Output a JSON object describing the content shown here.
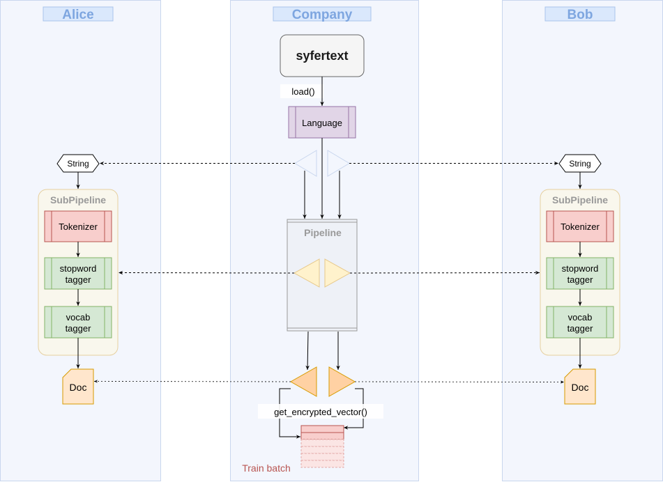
{
  "lanes": {
    "alice": "Alice",
    "company": "Company",
    "bob": "Bob"
  },
  "company": {
    "syfertext": "syfertext",
    "load_call": "load()",
    "language": "Language",
    "pipeline": "Pipeline",
    "encrypt_call": "get_encrypted_vector()",
    "train_batch": "Train batch"
  },
  "alice": {
    "string": "String",
    "subpipeline": "SubPipeline",
    "tokenizer": "Tokenizer",
    "stopword_1": "stopword",
    "stopword_2": "tagger",
    "vocab_1": "vocab",
    "vocab_2": "tagger",
    "doc": "Doc"
  },
  "bob": {
    "string": "String",
    "subpipeline": "SubPipeline",
    "tokenizer": "Tokenizer",
    "stopword_1": "stopword",
    "stopword_2": "tagger",
    "vocab_1": "vocab",
    "vocab_2": "tagger",
    "doc": "Doc"
  },
  "colors": {
    "lane_fill": "#f3f6fd",
    "lane_stroke": "#c9d6ee",
    "lane_title": "#7ea6e0",
    "language_fill": "#e1d5e7",
    "language_stroke": "#9673a6",
    "tokenizer_fill": "#f8cecc",
    "tokenizer_stroke": "#b85450",
    "tagger_fill": "#d5e8d4",
    "tagger_stroke": "#82b366",
    "doc_fill": "#ffe6cc",
    "doc_stroke": "#d79b00",
    "subpipeline_fill": "#f9f7ed",
    "subpipeline_stroke": "#e6d0a0"
  }
}
